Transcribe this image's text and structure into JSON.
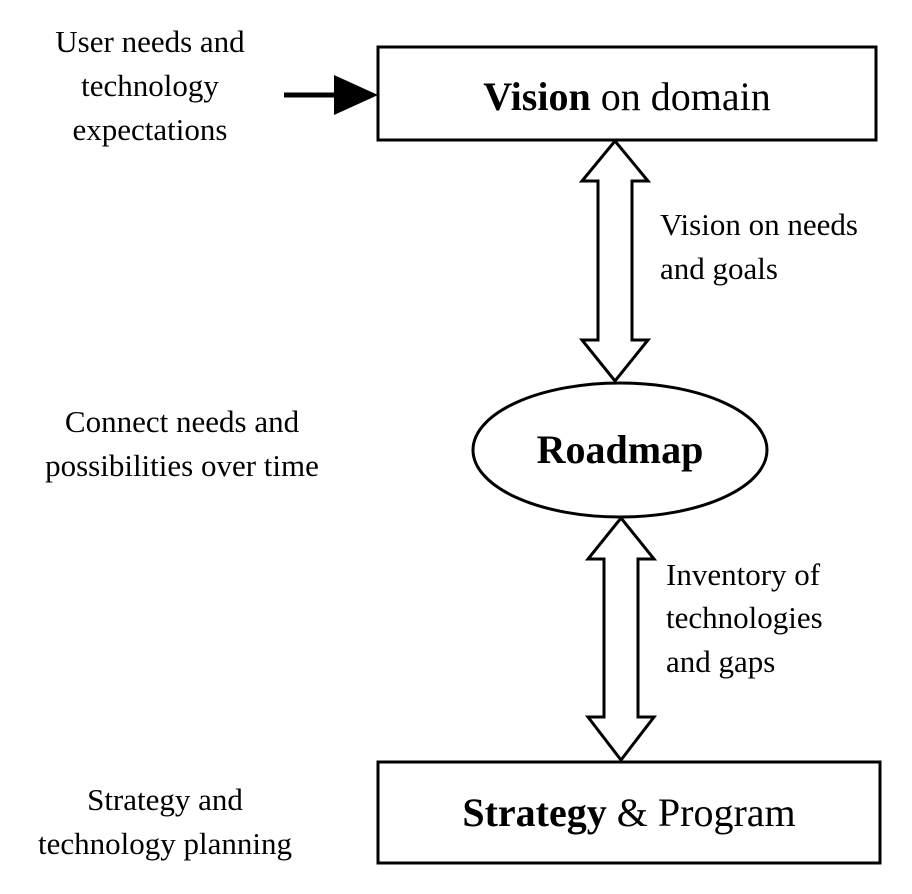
{
  "colors": {
    "stroke": "#000000",
    "fill": "#ffffff",
    "text": "#000000"
  },
  "nodes": {
    "vision": {
      "bold": "Vision",
      "rest": " on domain"
    },
    "roadmap": {
      "label": "Roadmap"
    },
    "strategy": {
      "bold": "Strategy",
      "rest": " & Program"
    }
  },
  "annotations": {
    "user_needs": [
      "User needs and",
      "technology",
      "expectations"
    ],
    "vision_needs": [
      "Vision on needs",
      "and goals"
    ],
    "connect_needs": [
      "Connect needs and",
      "possibilities over time"
    ],
    "inventory": [
      "Inventory of",
      "technologies",
      "and gaps"
    ],
    "strategy_planning": [
      "Strategy and",
      "technology planning"
    ]
  }
}
